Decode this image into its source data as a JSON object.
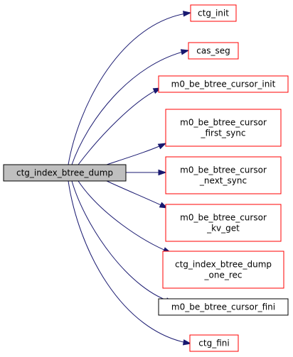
{
  "graph": {
    "edge_color": "#191970",
    "root": {
      "id": "root",
      "lines": [
        "ctg_index_btree_dump"
      ],
      "fill": "#bfbfbf",
      "stroke": "#000000"
    },
    "callees": [
      {
        "id": "ctg-init",
        "lines": [
          "ctg_init"
        ],
        "fill": "#ffffff",
        "stroke": "#ff0000"
      },
      {
        "id": "cas-seg",
        "lines": [
          "cas_seg"
        ],
        "fill": "#ffffff",
        "stroke": "#ff0000"
      },
      {
        "id": "m0-be-btree-cursor-init",
        "lines": [
          "m0_be_btree_cursor_init"
        ],
        "fill": "#ffffff",
        "stroke": "#ff0000"
      },
      {
        "id": "m0-be-btree-cursor-first-sync",
        "lines": [
          "m0_be_btree_cursor",
          "_first_sync"
        ],
        "fill": "#ffffff",
        "stroke": "#ff0000"
      },
      {
        "id": "m0-be-btree-cursor-next-sync",
        "lines": [
          "m0_be_btree_cursor",
          "_next_sync"
        ],
        "fill": "#ffffff",
        "stroke": "#ff0000"
      },
      {
        "id": "m0-be-btree-cursor-kv-get",
        "lines": [
          "m0_be_btree_cursor",
          "_kv_get"
        ],
        "fill": "#ffffff",
        "stroke": "#ff0000"
      },
      {
        "id": "ctg-index-btree-dump-one-rec",
        "lines": [
          "ctg_index_btree_dump",
          "_one_rec"
        ],
        "fill": "#ffffff",
        "stroke": "#ff0000"
      },
      {
        "id": "m0-be-btree-cursor-fini",
        "lines": [
          "m0_be_btree_cursor_fini"
        ],
        "fill": "#ffffff",
        "stroke": "#000000"
      },
      {
        "id": "ctg-fini",
        "lines": [
          "ctg_fini"
        ],
        "fill": "#ffffff",
        "stroke": "#ff0000"
      }
    ]
  }
}
